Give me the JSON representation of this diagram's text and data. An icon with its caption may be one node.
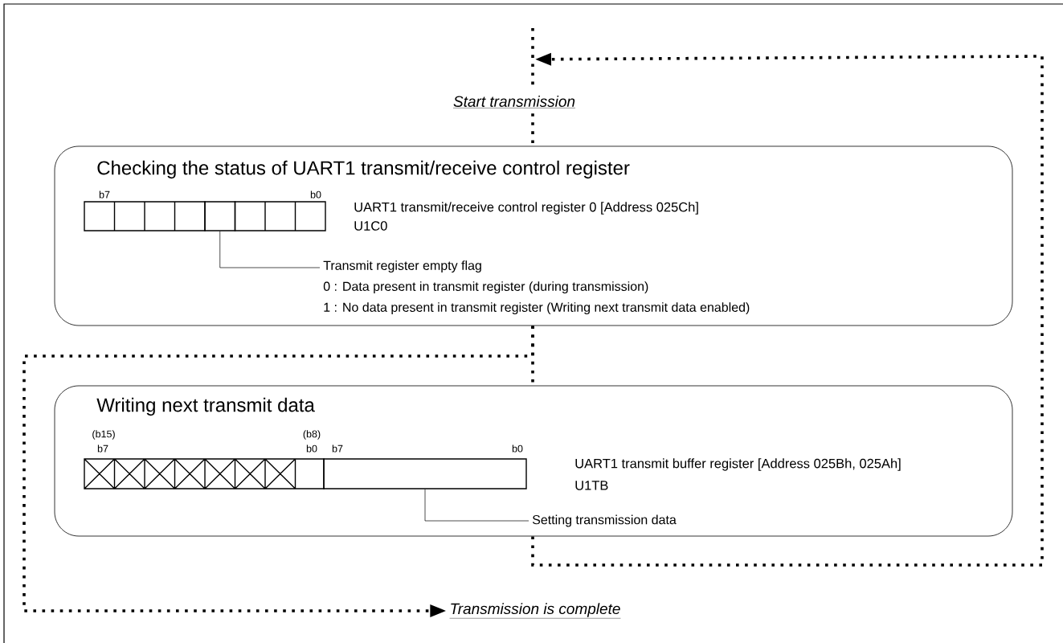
{
  "diagram": {
    "nodes": [
      {
        "text": [
          "Start transmission"
        ]
      },
      {
        "text": [
          "Checking the status of UART1 transmit/receive control register",
          "UART1 transmit/receive control register 0  [Address 025Ch]",
          "U1C0"
        ]
      },
      {
        "text": [],
        "shape": "box",
        "in": 1
      },
      {
        "text": [
          "Transmit register empty flag",
          "0 : Data present in transmit register (during transmission)",
          "1 : No data present in transmit register (Writing next transmit data enabled)"
        ],
        "in": 1
      },
      {
        "text": [
          "Writing next transmit data",
          "UART1 transmit buffer register  [Address 025Bh, 025Ah]",
          "U1TB"
        ]
      },
      {
        "text": [],
        "shape": "box",
        "in": 4
      },
      {
        "text": [
          "Setting transmission data"
        ],
        "in": 4
      },
      {
        "text": [
          "Transmission is complete"
        ]
      }
    ],
    "edges": [
      {
        "from": 0,
        "to": 1,
        "arrow": "none",
        "style": "dashed"
      },
      {
        "from": 1,
        "to": 4,
        "arrow": "none",
        "style": "dashed"
      },
      {
        "from": 4,
        "to": 0,
        "arrow": "to",
        "style": "dashed"
      },
      {
        "from": 1,
        "to": 7,
        "arrow": "to",
        "style": "dashed"
      },
      {
        "from": 3,
        "to": 2,
        "arrow": "none"
      },
      {
        "from": 6,
        "to": 5,
        "arrow": "none"
      }
    ],
    "labels": [
      "b7",
      "b0",
      "(b15)",
      "(b8)",
      "b7",
      "b0",
      "b7",
      "b0"
    ]
  }
}
